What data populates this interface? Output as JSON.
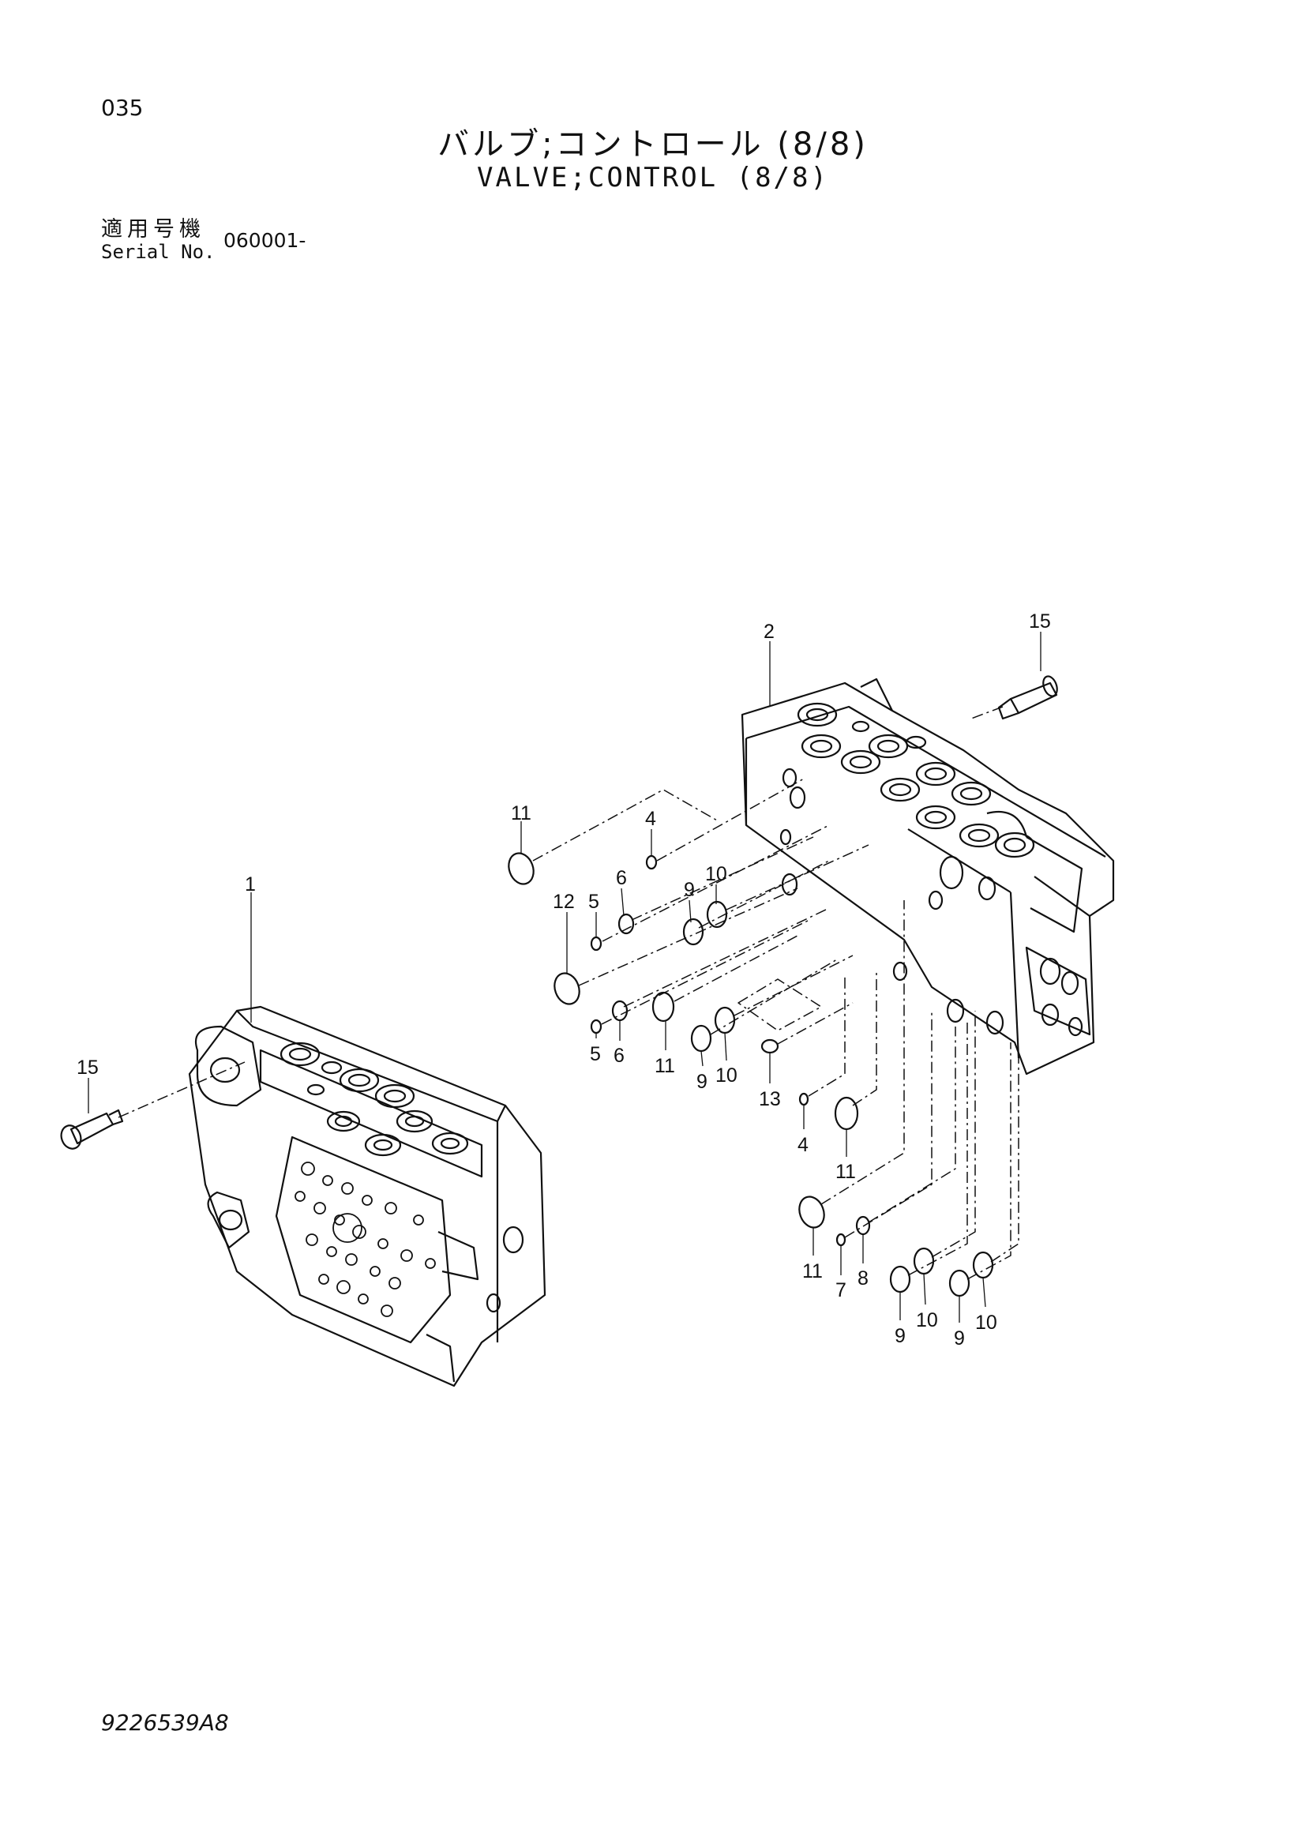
{
  "page_number": "035",
  "title_jp": "バルブ;コントロール (8/8)",
  "title_en": "VALVE;CONTROL (8/8)",
  "serial_label_jp": "適用号機",
  "serial_label_en": "Serial No.",
  "serial_value": "060001-",
  "document_number": "9226539A8",
  "callouts": [
    "1",
    "2",
    "15",
    "15",
    "11",
    "4",
    "5",
    "6",
    "9",
    "10",
    "12",
    "5",
    "6",
    "11",
    "9",
    "10",
    "13",
    "4",
    "11",
    "11",
    "7",
    "8",
    "9",
    "10",
    "9",
    "10"
  ]
}
